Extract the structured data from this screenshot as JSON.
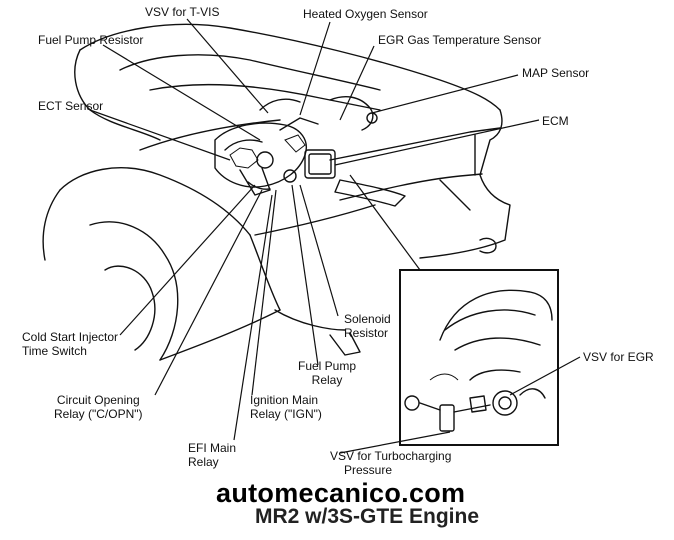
{
  "labels": {
    "vsv_tvis": "VSV for T-VIS",
    "heated_oxygen": "Heated Oxygen Sensor",
    "fuel_pump_resistor": "Fuel Pump Resistor",
    "egr_gas_temp": "EGR Gas Temperature Sensor",
    "map_sensor": "MAP Sensor",
    "ect_sensor": "ECT Sensor",
    "ecm": "ECM",
    "cold_start_1": "Cold Start Injector",
    "cold_start_2": "Time Switch",
    "solenoid_1": "Solenoid",
    "solenoid_2": "Resistor",
    "vsv_egr": "VSV for EGR",
    "circuit_opening_1": "Circuit Opening",
    "circuit_opening_2": "Relay (\"C/OPN\")",
    "fuel_pump_relay_1": "Fuel Pump",
    "fuel_pump_relay_2": "Relay",
    "ignition_main_1": "Ignition Main",
    "ignition_main_2": "Relay (\"IGN\")",
    "efi_main_1": "EFI Main",
    "efi_main_2": "Relay",
    "vsv_turbo_1": "VSV for Turbocharging",
    "vsv_turbo_2": "Pressure"
  },
  "footer": {
    "site": "automecanico.com",
    "caption": "MR2 w/3S-GTE Engine"
  }
}
